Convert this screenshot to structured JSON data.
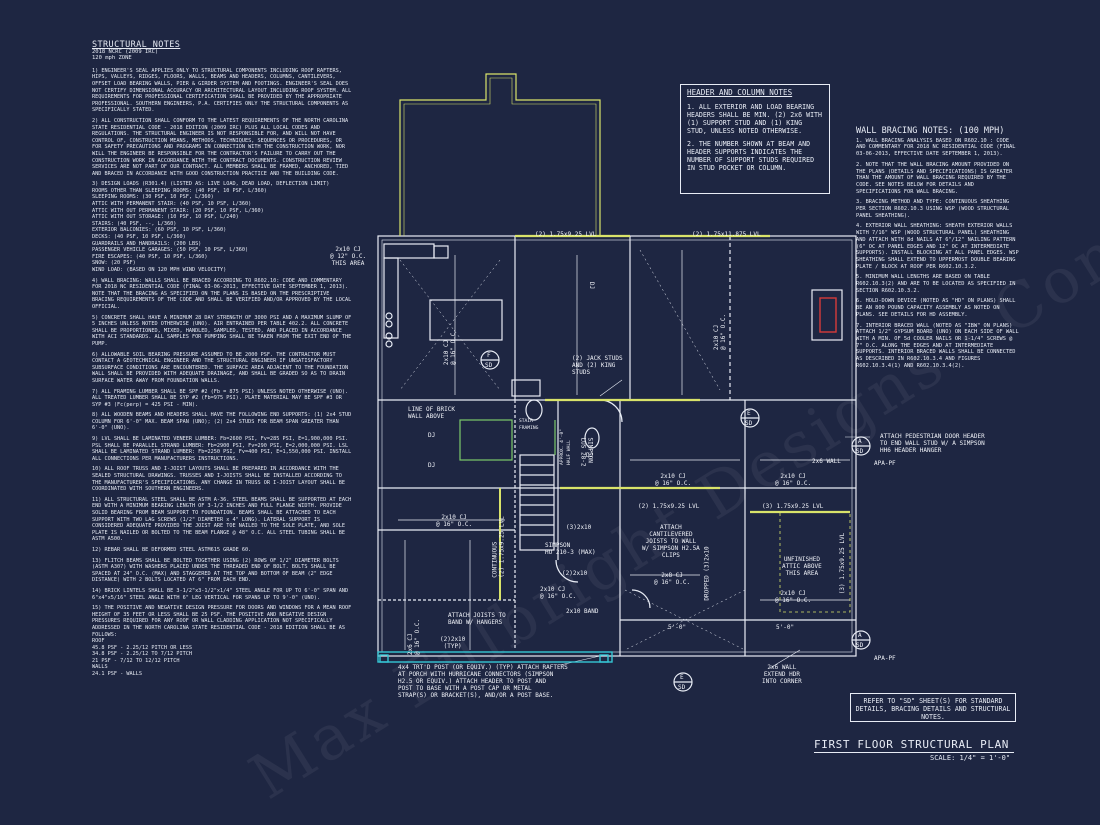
{
  "watermark": "Max Fulbright Designs · Concept Plans · Estimates",
  "structural_notes": {
    "title": "STRUCTURAL NOTES",
    "code": "2018 NCRC (2009 IRC)",
    "wind": "120 mph ZONE",
    "paragraphs": [
      "1) ENGINEER'S SEAL APPLIES ONLY TO STRUCTURAL COMPONENTS INCLUDING ROOF RAFTERS, HIPS, VALLEYS, RIDGES, FLOORS, WALLS, BEAMS AND HEADERS, COLUMNS, CANTILEVERS, OFFSET LOAD BEARING WALLS, PIER & GIRDER SYSTEM AND FOOTINGS. ENGINEER'S SEAL DOES NOT CERTIFY DIMENSIONAL ACCURACY OR ARCHITECTURAL LAYOUT INCLUDING ROOF SYSTEM. ALL REQUIREMENTS FOR PROFESSIONAL CERTIFICATION SHALL BE PROVIDED BY THE APPROPRIATE PROFESSIONAL. SOUTHERN ENGINEERS, P.A. CERTIFIES ONLY THE STRUCTURAL COMPONENTS AS SPECIFICALLY STATED.",
      "2) ALL CONSTRUCTION SHALL CONFORM TO THE LATEST REQUIREMENTS OF THE NORTH CAROLINA STATE RESIDENTIAL CODE - 2018 EDITION (2009 IRC) PLUS ALL LOCAL CODES AND REGULATIONS. THE STRUCTURAL ENGINEER IS NOT RESPONSIBLE FOR, AND WILL NOT HAVE CONTROL OF, CONSTRUCTION MEANS, METHODS, TECHNIQUES, SEQUENCES OR PROCEDURES, OR FOR SAFETY PRECAUTIONS AND PROGRAMS IN CONNECTION WITH THE CONSTRUCTION WORK, NOR WILL THE ENGINEER BE RESPONSIBLE FOR THE CONTRACTOR'S FAILURE TO CARRY OUT THE CONSTRUCTION WORK IN ACCORDANCE WITH THE CONTRACT DOCUMENTS. CONSTRUCTION REVIEW SERVICES ARE NOT PART OF OUR CONTRACT. ALL MEMBERS SHALL BE FRAMED, ANCHORED, TIED AND BRACED IN ACCORDANCE WITH GOOD CONSTRUCTION PRACTICE AND THE BUILDING CODE.",
      "3) DESIGN LOADS (R301.4) (LISTED AS: LIVE LOAD, DEAD LOAD, DEFLECTION LIMIT)\nROOMS OTHER THAN SLEEPING ROOMS: (40 PSF, 10 PSF, L/360)\nSLEEPING ROOMS: (30 PSF, 10 PSF, L/360)\nATTIC WITH PERMANENT STAIR: (40 PSF, 10 PSF, L/360)\nATTIC WITH OUT PERMANENT STAIR: (20 PSF, 10 PSF, L/360)\nATTIC WITH OUT STORAGE: (10 PSF, 10 PSF, L/240)\nSTAIRS: (40 PSF, --, L/360)\nEXTERIOR BALCONIES: (60 PSF, 10 PSF, L/360)\nDECKS: (40 PSF, 10 PSF, L/360)\nGUARDRAILS AND HANDRAILS: (200 LBS)\nPASSENGER VEHICLE GARAGES: (50 PSF, 10 PSF, L/360)\nFIRE ESCAPES: (40 PSF, 10 PSF, L/360)\nSNOW: (20 PSF)\nWIND LOAD: (BASED ON 120 MPH WIND VELOCITY)",
      "4) WALL BRACING: WALLS SHALL BE BRACED ACCORDING TO R602.10: CODE AND COMMENTARY FOR 2018 NC RESIDENTIAL CODE (FINAL 03-06-2013, EFFECTIVE DATE SEPTEMBER 1, 2013). NOTE THAT THE BRACING AS SPECIFIED ON THE PLANS IS BASED ON THE PRESCRIPTIVE BRACING REQUIREMENTS OF THE CODE AND SHALL BE VERIFIED AND/OR APPROVED BY THE LOCAL OFFICIAL.",
      "5) CONCRETE SHALL HAVE A MINIMUM 28 DAY STRENGTH OF 3000 PSI AND A MAXIMUM SLUMP OF 5 INCHES UNLESS NOTED OTHERWISE (UNO). AIR ENTRAINED PER TABLE 402.2. ALL CONCRETE SHALL BE PROPORTIONED, MIXED, HANDLED, SAMPLED, TESTED, AND PLACED IN ACCORDANCE WITH ACI STANDARDS. ALL SAMPLES FOR PUMPING SHALL BE TAKEN FROM THE EXIT END OF THE PUMP.",
      "6) ALLOWABLE SOIL BEARING PRESSURE ASSUMED TO BE 2000 PSF. THE CONTRACTOR MUST CONTACT A GEOTECHNICAL ENGINEER AND THE STRUCTURAL ENGINEER IF UNSATISFACTORY SUBSURFACE CONDITIONS ARE ENCOUNTERED. THE SURFACE AREA ADJACENT TO THE FOUNDATION WALL SHALL BE PROVIDED WITH ADEQUATE DRAINAGE, AND SHALL BE GRADED SO AS TO DRAIN SURFACE WATER AWAY FROM FOUNDATION WALLS.",
      "7) ALL FRAMING LUMBER SHALL BE SPF #2 (Fb = 875 PSI) UNLESS NOTED OTHERWISE (UNO). ALL TREATED LUMBER SHALL BE SYP #2 (Fb=975 PSI). PLATE MATERIAL MAY BE SPF #3 OR SYP #3 (Fc(perp) = 425 PSI - MIN).",
      "8) ALL WOODEN BEAMS AND HEADERS SHALL HAVE THE FOLLOWING END SUPPORTS: (1) 2x4 STUD COLUMN FOR 6'-0\" MAX. BEAM SPAN (UNO); (2) 2x4 STUDS FOR BEAM SPAN GREATER THAN 6'-0\" (UNO).",
      "9) LVL SHALL BE LAMINATED VENEER LUMBER: Fb=2600 PSI, Fv=285 PSI, E=1,900,000 PSI. PSL SHALL BE PARALLEL STRAND LUMBER: Fb=2900 PSI, Fv=290 PSI, E=2,000,000 PSI. LSL SHALL BE LAMINATED STRAND LUMBER: Fb=2250 PSI, Fv=400 PSI, E=1,550,000 PSI. INSTALL ALL CONNECTIONS PER MANUFACTURERS INSTRUCTIONS.",
      "10) ALL ROOF TRUSS AND I-JOIST LAYOUTS SHALL BE PREPARED IN ACCORDANCE WITH THE SEALED STRUCTURAL DRAWINGS. TRUSSES AND I-JOISTS SHALL BE INSTALLED ACCORDING TO THE MANUFACTURER'S SPECIFICATIONS. ANY CHANGE IN TRUSS OR I-JOIST LAYOUT SHALL BE COORDINATED WITH SOUTHERN ENGINEERS.",
      "11) ALL STRUCTURAL STEEL SHALL BE ASTM A-36. STEEL BEAMS SHALL BE SUPPORTED AT EACH END WITH A MINIMUM BEARING LENGTH OF 3-1/2 INCHES AND FULL FLANGE WIDTH. PROVIDE SOLID BEARING FROM BEAM SUPPORT TO FOUNDATION. BEAMS SHALL BE ATTACHED TO EACH SUPPORT WITH TWO LAG SCREWS (1/2\" DIAMETER x 4\" LONG). LATERAL SUPPORT IS CONSIDERED ADEQUATE PROVIDED THE JOIST ARE TOE NAILED TO THE SOLE PLATE, AND SOLE PLATE IS NAILED OR BOLTED TO THE BEAM FLANGE @ 48\" O.C. ALL STEEL TUBING SHALL BE ASTM A500.",
      "12) REBAR SHALL BE DEFORMED STEEL ASTM615 GRADE 60.",
      "13) FLITCH BEAMS SHALL BE BOLTED TOGETHER USING (2) ROWS OF 1/2\" DIAMETER BOLTS (ASTM A307) WITH WASHERS PLACED UNDER THE THREADED END OF BOLT. BOLTS SHALL BE SPACED AT 24\" O.C. (MAX) AND STAGGERED AT THE TOP AND BOTTOM OF BEAM (2\" EDGE DISTANCE) WITH 2 BOLTS LOCATED AT 6\" FROM EACH END.",
      "14) BRICK LINTELS SHALL BE 3-1/2\"x3-1/2\"x1/4\" STEEL ANGLE FOR UP TO 6'-0\" SPAN AND 6\"x4\"x5/16\" STEEL ANGLE WITH 6\" LEG VERTICAL FOR SPANS UP TO 9'-0\" (UNO).",
      "15) THE POSITIVE AND NEGATIVE DESIGN PRESSURE FOR DOORS AND WINDOWS FOR A MEAN ROOF HEIGHT OF 35 FEET OR LESS SHALL BE 25 PSF. THE POSITIVE AND NEGATIVE DESIGN PRESSURES REQUIRED FOR ANY ROOF OR WALL CLADDING APPLICATION NOT SPECIFICALLY ADDRESSED IN THE NORTH CAROLINA STATE RESIDENTIAL CODE - 2018 EDITION SHALL BE AS FOLLOWS:\nROOF\n45.8 PSF - 2.25/12 PITCH OR LESS\n34.8 PSF - 2.25/12 TO 7/12 PITCH\n21 PSF - 7/12 TO 12/12 PITCH\nWALLS\n24.1 PSF - WALLS"
    ]
  },
  "header_notes": {
    "title": "HEADER AND COLUMN NOTES",
    "items": [
      "1. ALL EXTERIOR AND LOAD BEARING HEADERS SHALL BE MIN. (2) 2x6 WITH (1) SUPPORT STUD AND (1) KING STUD, UNLESS NOTED OTHERWISE.",
      "2. THE NUMBER SHOWN AT BEAM AND HEADER SUPPORTS INDICATES THE NUMBER OF SUPPORT STUDS REQUIRED IN STUD POCKET OR COLUMN."
    ]
  },
  "wall_bracing": {
    "title": "WALL BRACING NOTES: (100 MPH)",
    "items": [
      "1. WALL BRACING ANALYSIS BASED ON R602.10 : CODE AND COMMENTARY FOR 2018 NC RESIDENTIAL CODE (FINAL 03-06-2013, EFFECTIVE DATE SEPTEMBER 1, 2013).",
      "2. NOTE THAT THE WALL BRACING AMOUNT PROVIDED ON THE PLANS (DETAILS AND SPECIFICATIONS) IS GREATER THAN THE AMOUNT OF WALL BRACING REQUIRED BY THE CODE. SEE NOTES BELOW FOR DETAILS AND SPECIFICATIONS FOR WALL BRACING.",
      "3. BRACING METHOD AND TYPE: CONTINUOUS SHEATHING PER SECTION R602.10.3 USING WSP (WOOD STRUCTURAL PANEL SHEATHING).",
      "4. EXTERIOR WALL SHEATHING: SHEATH EXTERIOR WALLS WITH 7/16\" WSP (WOOD STRUCTURAL PANEL) SHEATHING AND ATTACH WITH 8d NAILS AT 6\"/12\" NAILING PATTERN (6\" OC AT PANEL EDGES AND 12\" OC AT INTERMEDIATE SUPPORTS). INSTALL BLOCKING AT ALL PANEL EDGES. WSP SHEATHING SHALL EXTEND TO UPPERMOST DOUBLE BEARING PLATE / BLOCK AT ROOF PER R602.10.3.2.",
      "5. MINIMUM WALL LENGTHS ARE BASED ON TABLE R602.10.3(2) AND ARE TO BE LOCATED AS SPECIFIED IN SECTION R602.10.3.2.",
      "6. HOLD-DOWN DEVICE (NOTED AS \"HD\" ON PLANS) SHALL BE AN 800 POUND CAPACITY ASSEMBLY AS NOTED ON PLANS. SEE DETAILS FOR HD ASSEMBLY.",
      "7. INTERIOR BRACED WALL (NOTED AS \"IBW\" ON PLANS) ATTACH 1/2\" GYPSUM BOARD (UNO) ON EACH SIDE OF WALL WITH A MIN. OF 5d COOLER NAILS OR 1-1/4\" SCREWS @ 7\" O.C. ALONG THE EDGES AND AT INTERMEDIATE SUPPORTS. INTERIOR BRACED WALLS SHALL BE CONNECTED AS DESCRIBED IN R602.10.3.4 AND FIGURES R602.10.3.4(1) AND R602.10.3.4(2)."
    ]
  },
  "refer_note": "REFER TO \"SD\" SHEET(S) FOR STANDARD DETAILS, BRACING DETAILS AND STRUCTURAL NOTES.",
  "plan_title": "FIRST FLOOR STRUCTURAL PLAN",
  "plan_scale": "SCALE: 1/4\" = 1'-0\"",
  "plan_labels": {
    "l_2x10_left": "2x10 CJ\n@ 12\" O.C.\nTHIS AREA",
    "l_beam_top1": "(2) 1.75x9.25 LVL",
    "l_beam_top2": "(2) 1.75x11.875 LVL",
    "l_dj1": "DJ",
    "l_2x10_mid": "2x10 CJ\n@ 16\" O.C.",
    "l_2x10_right": "2x10 CJ\n@ 16\" O.C.",
    "l_jack": "(2) JACK STUDS\nAND (2) KING\nSTUDS",
    "l_brick": "LINE OF BRICK\nWALL ABOVE",
    "l_dj2": "DJ",
    "l_dj3": "DJ",
    "l_2x10_b1": "2x10 CJ\n@ 16\" O.C.",
    "l_2x10_b2": "2x10 CJ\n@ 16\" O.C.",
    "l_attach_ped": "ATTACH PEDESTRIAN DOOR HEADER\nTO END WALL STUD W/ A SIMPSON\nHH6 HEADER HANGER",
    "l_2x6wall": "2x6 WALL",
    "l_apa1": "APA-PF",
    "l_beam_mid": "(2) 1.75x9.25 LVL",
    "l_beam_right": "(3) 1.75x9.25 LVL",
    "l_2x10_c": "2x10 CJ\n@ 16\" O.C.",
    "l_2x10_d": "2x10 CJ\n@ 16\" O.C.",
    "l_cant": "ATTACH\nCANTILEVERED\nJOISTS TO WALL\nW/ SIMPSON H2.5A\nCLIPS",
    "l_unfin": "UNFINISHED\nATTIC ABOVE\nTHIS AREA",
    "l_simpson": "SIMPSON\nHU 210-3 (MAX)",
    "l_cont": "CONTINUOUS\n(2) 1.75x9.25 LVL",
    "l_2x8": "2x8 CJ\n@ 16\" O.C.",
    "l_2x10_e": "2x10 CJ\n@ 16\" O.C.",
    "l_2x10_f": "2x10 CJ\n@ 16\" O.C.",
    "l_band": "2x10 BAND",
    "l_attach_band": "ATTACH JOISTS TO\nBAND W/ HANGERS",
    "l_2x10typ": "(2)2x10\n(TYP)",
    "l_2x6cj": "2x6 CJ\n@ 16\" O.C.",
    "l_dropped": "DROPPED (3)2x10",
    "l_3175": "(3) 1.75x9.25 LVL",
    "l_2x6extend": "2x6 WALL\nEXTEND HDR\nINTO CORNER",
    "l_apa2": "APA-PF",
    "l_4x4": "4x4 TRT'D POST (OR EQUIV.) (TYP) ATTACH RAFTERS\nAT PORCH WITH HURRICANE CONNECTORS (SIMPSON\nH2.5 OR EQUIV.) ATTACH HEADER TO POST AND\nPOST TO BASE WITH A POST CAP OR METAL\nSTRAP(S) OR BRACKET(S), AND/OR A POST BASE.",
    "l_dim1": "5'-0\"",
    "l_dim2": "5'-0\"",
    "l_simpson2": "SIMPSON\nLUS 28-2",
    "l_approx": "APPROX. 4'-0\"\nHALF WALL",
    "l_stair": "STAIR\nFRAMING",
    "l_dj4": "DJ",
    "l_3x10": "(3)2x10",
    "l_2x10_f2": "(2)2x10",
    "l_sec_e1": "E",
    "l_sec_e1b": "SD",
    "l_sec_f": "F",
    "l_sec_fb": "SD",
    "l_sec_a1": "A",
    "l_sec_a1b": "SD",
    "l_sec_a2": "A",
    "l_sec_a2b": "SD",
    "l_sec_e2": "E",
    "l_sec_e2b": "SD"
  },
  "colors": {
    "background": "#1e2642",
    "line": "#e8ecf5",
    "beam": "#d9e36a",
    "porch": "#36c6d4",
    "accent": "#d63a3a",
    "wall_green": "#7bc96a"
  }
}
